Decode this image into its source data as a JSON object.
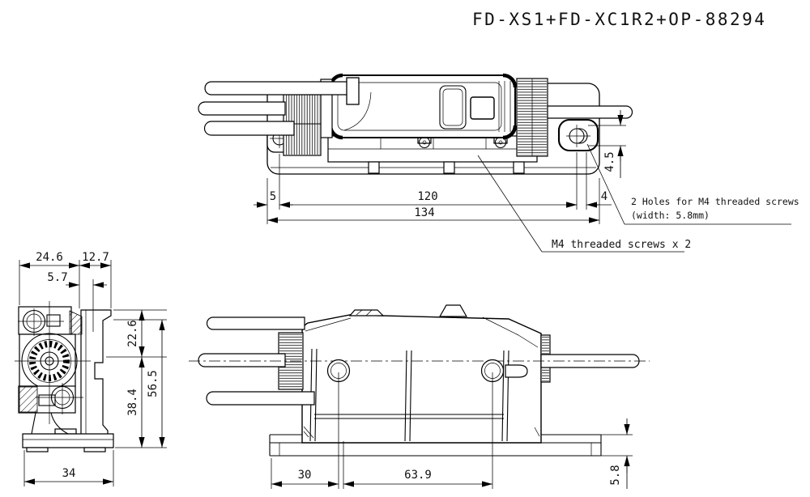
{
  "title": "FD-XS1+FD-XC1R2+OP-88294",
  "top_view": {
    "dims": {
      "edge_to_hole": "5",
      "hole_to_slot": "120",
      "slot_offset": "4",
      "total_length": "134",
      "slot_height": "4.5"
    },
    "notes": {
      "holes_note_line1": "2 Holes for M4 threaded screws",
      "holes_note_line2": "(width: 5.8mm)",
      "screws_note": "M4 threaded screws x 2"
    }
  },
  "side_view": {
    "dims": {
      "head_depth": "24.6",
      "bracket_depth": "12.7",
      "head_offset": "5.7",
      "upper_height": "22.6",
      "lower_height": "38.4",
      "total_height": "56.5",
      "base_depth": "34"
    }
  },
  "front_view": {
    "dims": {
      "edge_to_screw": "30",
      "screw_pitch": "63.9",
      "base_thickness": "5.8"
    }
  }
}
